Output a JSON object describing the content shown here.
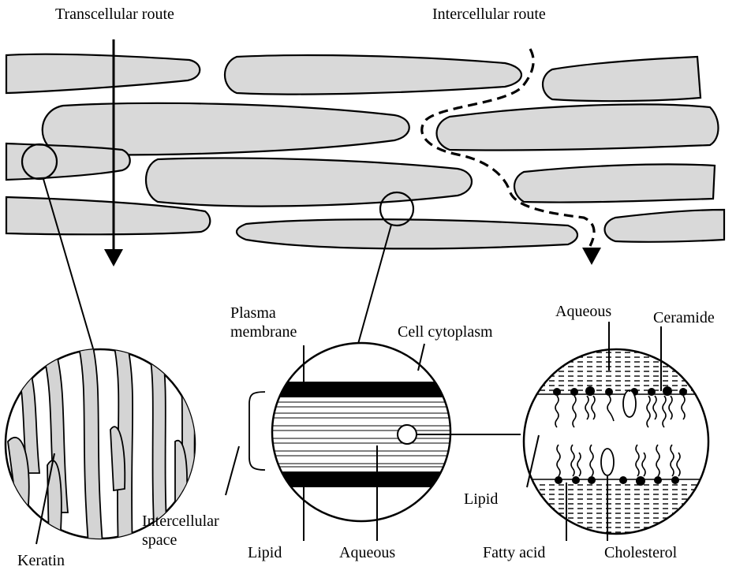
{
  "diagram": {
    "routes": {
      "transcellular": "Transcellular route",
      "intercellular": "Intercellular route"
    },
    "labels": {
      "plasma_membrane_line1": "Plasma",
      "plasma_membrane_line2": "membrane",
      "cell_cytoplasm": "Cell cytoplasm",
      "aqueous_top": "Aqueous",
      "ceramide": "Ceramide",
      "lipid_right": "Lipid",
      "intercellular_space_line1": "Intercellular",
      "intercellular_space_line2": "space",
      "keratin": "Keratin",
      "lipid_bottom": "Lipid",
      "aqueous_bottom": "Aqueous",
      "fatty_acid": "Fatty acid",
      "cholesterol": "Cholesterol"
    },
    "colors": {
      "cell_fill": "#d9d9d9",
      "line": "#000000",
      "background": "#ffffff"
    }
  }
}
